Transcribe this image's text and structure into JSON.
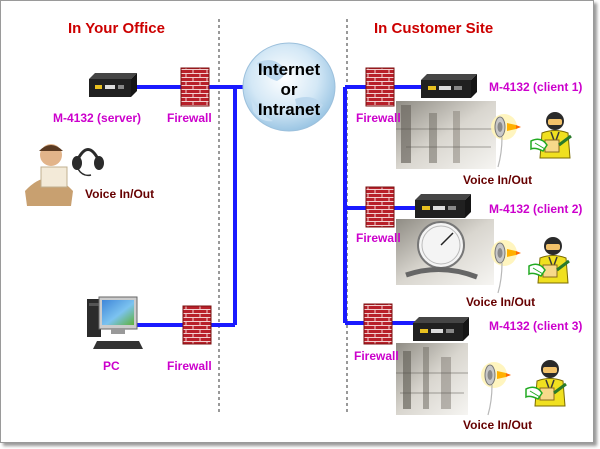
{
  "sections": {
    "office_title": "In Your Office",
    "customer_title": "In Customer Site"
  },
  "cloud": {
    "line1": "Internet",
    "line2": "or",
    "line3": "Intranet"
  },
  "devices": {
    "server_label": "M-4132 (server)",
    "client1_label": "M-4132 (client 1)",
    "client2_label": "M-4132 (client 2)",
    "client3_label": "M-4132 (client 3)",
    "pc_label": "PC",
    "firewall_label": "Firewall"
  },
  "voice": {
    "label": "Voice In/Out"
  },
  "colors": {
    "section_title": "#cc0000",
    "device_label": "#cc00cc",
    "voice_label": "#660000",
    "link": "#1a1aff",
    "brick": "#b8202a"
  }
}
